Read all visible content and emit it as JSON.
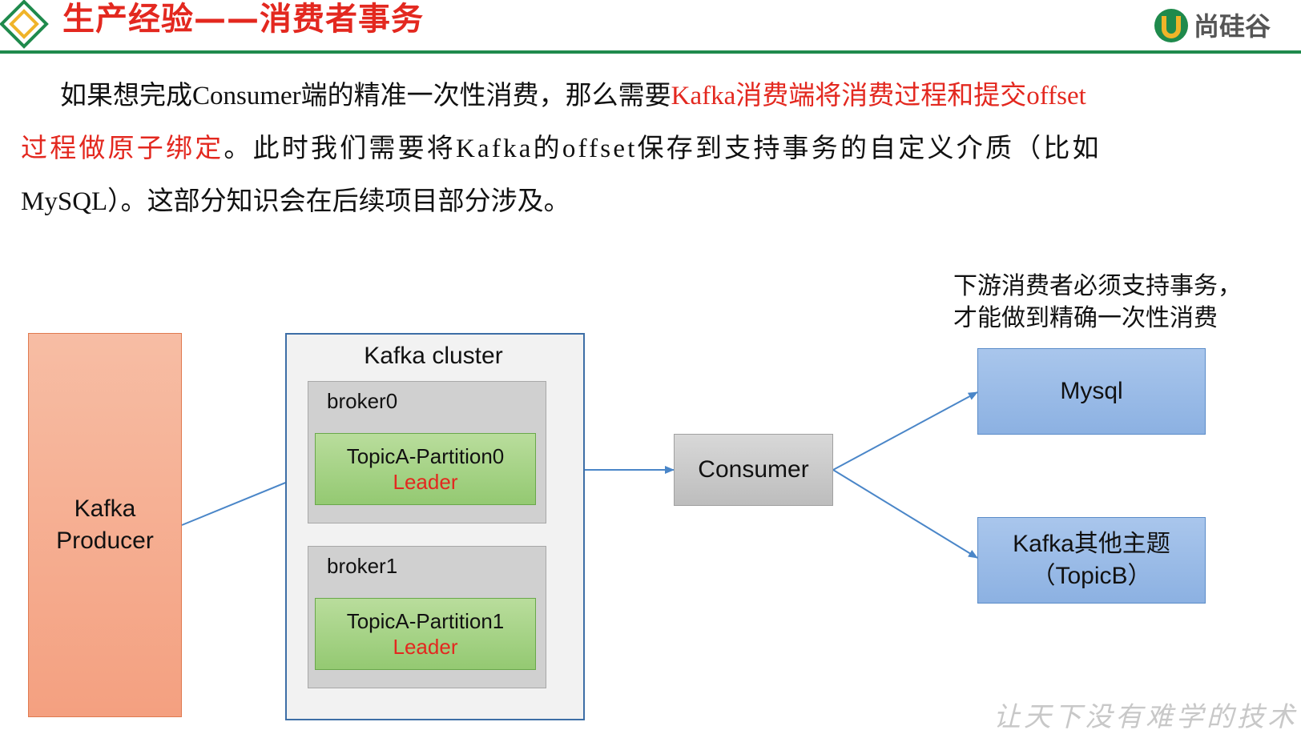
{
  "header": {
    "title": "生产经验——消费者事务",
    "logo_text": "尚硅谷"
  },
  "paragraph": {
    "line1_a": "如果想完成Consumer端的精准一次性消费，那么需要",
    "line1_b": "Kafka消费端将消费过程和提交offset",
    "line2_a": "过程做原子绑定",
    "line2_b": "。此时我们需要将Kafka的offset保存到支持事务的自定义介质（比如",
    "line3": "MySQL）。这部分知识会在后续项目部分涉及。"
  },
  "diagram": {
    "producer": {
      "line1": "Kafka",
      "line2": "Producer"
    },
    "cluster": {
      "label": "Kafka cluster"
    },
    "brokers": [
      {
        "label": "broker0",
        "partition": "TopicA-Partition0",
        "role": "Leader"
      },
      {
        "label": "broker1",
        "partition": "TopicA-Partition1",
        "role": "Leader"
      }
    ],
    "consumer": "Consumer",
    "mysql": "Mysql",
    "other_topic": {
      "line1": "Kafka其他主题",
      "line2": "（TopicB）"
    },
    "note": {
      "line1": "下游消费者必须支持事务，",
      "line2": "才能做到精确一次性消费"
    }
  },
  "footer": {
    "slogan": "让天下没有难学的技术"
  },
  "colors": {
    "accent_red": "#e3281f",
    "header_green": "#1f8a4c",
    "arrow_blue": "#4a86c8"
  }
}
